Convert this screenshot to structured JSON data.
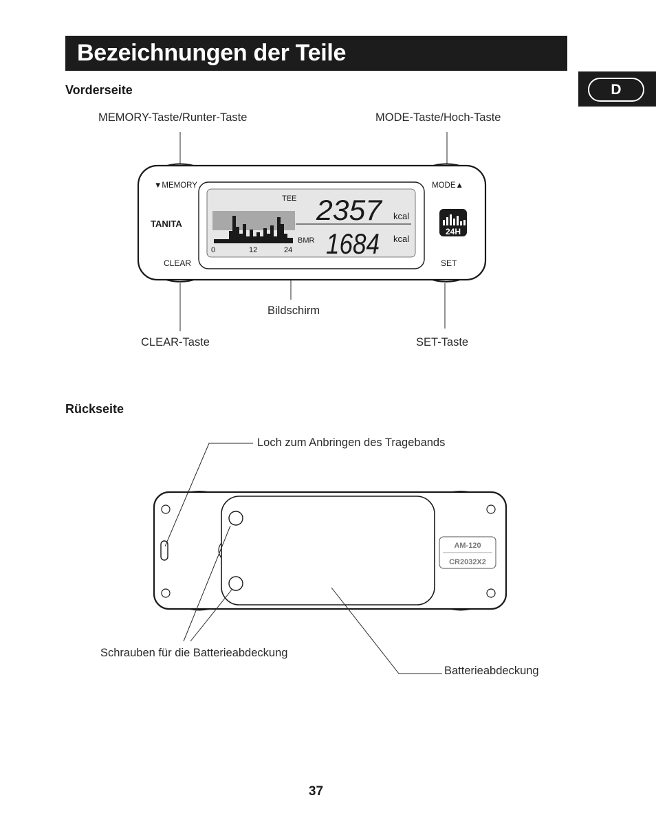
{
  "title": "Bezeichnungen der Teile",
  "language_tab": "D",
  "front": {
    "heading": "Vorderseite",
    "labels": {
      "memory_key": "MEMORY-Taste/Runter-Taste",
      "mode_key": "MODE-Taste/Hoch-Taste",
      "display": "Bildschirm",
      "clear_key": "CLEAR-Taste",
      "set_key": "SET-Taste"
    },
    "device": {
      "memory_btn": "▼MEMORY",
      "mode_btn": "MODE▲",
      "brand": "TANITA",
      "clear_btn": "CLEAR",
      "set_btn": "SET",
      "tee_label": "TEE",
      "bmr_label": "BMR",
      "tee_value": "2357",
      "bmr_value": "1684",
      "unit_top": "kcal",
      "unit_bottom": "kcal",
      "axis_0": "0",
      "axis_12": "12",
      "axis_24": "24",
      "badge": "24H"
    }
  },
  "back": {
    "heading": "Rückseite",
    "labels": {
      "strap_hole": "Loch zum Anbringen des Tragebands",
      "screws": "Schrauben für die Batterieabdeckung",
      "battery_cover": "Batterieabdeckung"
    },
    "device": {
      "model": "AM-120",
      "battery": "CR2032X2"
    }
  },
  "page_number": "37",
  "colors": {
    "title_bg": "#1c1c1c",
    "lcd_bg": "#e6e6e6",
    "lcd_shade": "#a8a8a8"
  }
}
